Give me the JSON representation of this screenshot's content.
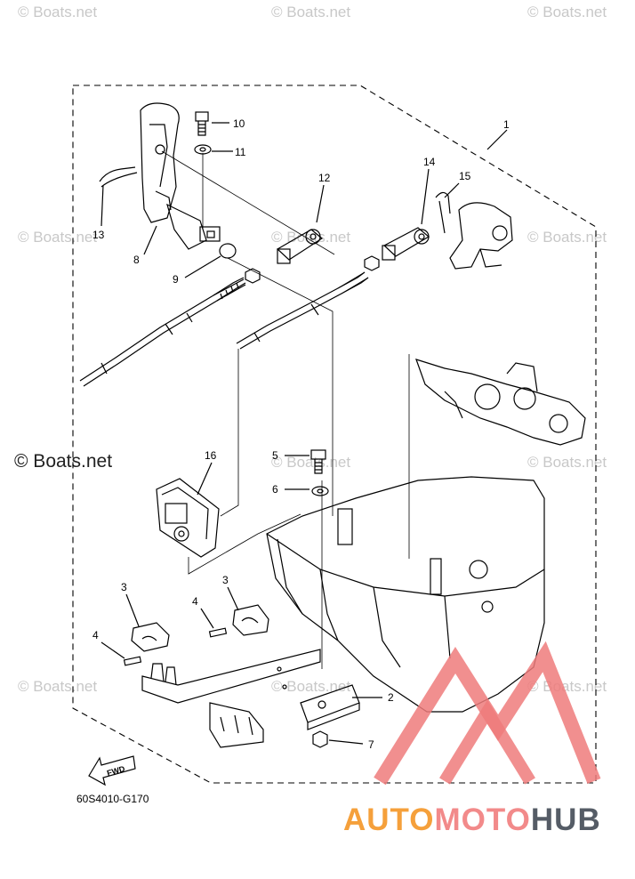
{
  "watermarks": {
    "small": "© Boats.net",
    "large": "© Boats.net"
  },
  "diagram": {
    "code": "60S4010-G170",
    "fwd_label": "FWD",
    "callouts": [
      "1",
      "2",
      "3",
      "3",
      "4",
      "4",
      "5",
      "6",
      "7",
      "8",
      "9",
      "10",
      "11",
      "12",
      "13",
      "14",
      "15",
      "16"
    ]
  },
  "brand": {
    "part1": "AUTO",
    "part2": "MOTO",
    "part3": "HUB",
    "colors": {
      "auto": "#f5a03b",
      "moto": "#f28a8a",
      "hub": "#555c66",
      "logo": "#ef7b7b"
    }
  }
}
